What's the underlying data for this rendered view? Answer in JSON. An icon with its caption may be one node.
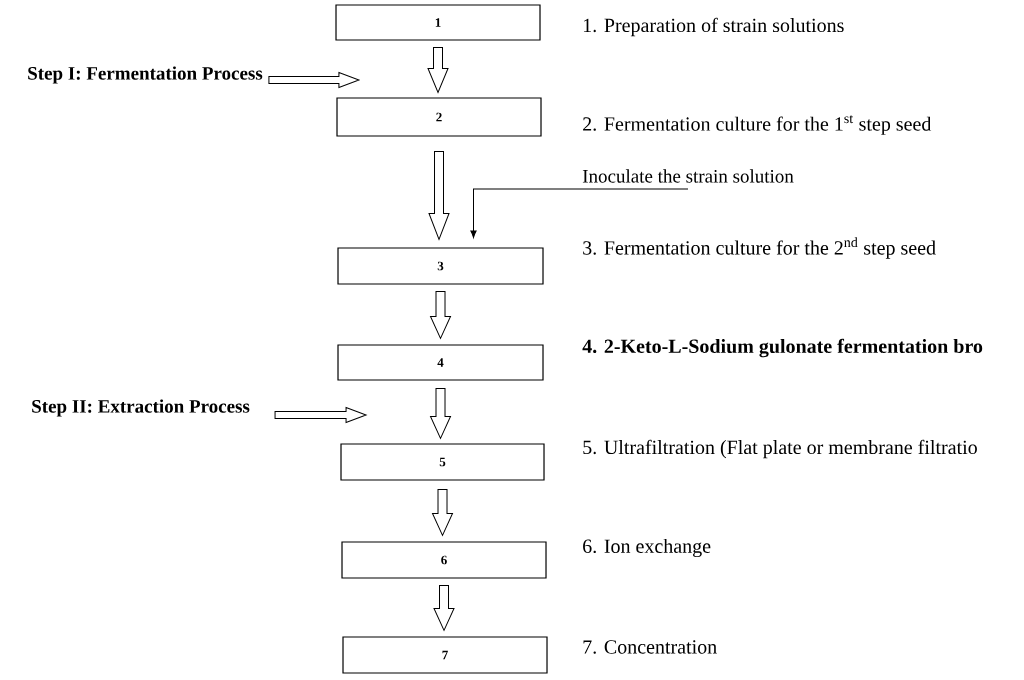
{
  "diagram": {
    "nodes": [
      {
        "text": [
          "1"
        ],
        "beside": [
          "1. Preparation of strain solutions"
        ]
      },
      {
        "text": [
          "Step I: Fermentation Process"
        ]
      },
      {
        "text": [
          "2"
        ],
        "beside": [
          "2. Fermentation culture for the 1$^{st}$ step seed"
        ]
      },
      {
        "text": [
          "Inoculate the strain solution"
        ]
      },
      {
        "text": [
          "3"
        ],
        "beside": [
          "3. Fermentation culture for the 2$^{nd}$ step seed"
        ]
      },
      {
        "text": [
          "4"
        ],
        "beside": [
          "4. 2-Keto-L-Sodium gulonate fermentation bro"
        ]
      },
      {
        "text": [
          "Step II: Extraction Process"
        ]
      },
      {
        "text": [
          "5"
        ],
        "beside": [
          "5. Ultrafiltration (Flat plate or membrane filtratio"
        ]
      },
      {
        "text": [
          "6"
        ],
        "beside": [
          "6. Ion exchange"
        ]
      },
      {
        "text": [
          "7"
        ],
        "beside": [
          "7. Concentration"
        ]
      }
    ],
    "edges": [
      {
        "from": 0,
        "to": 2,
        "arrow": "to"
      },
      {
        "from": 1,
        "to": null,
        "arrow": "to"
      },
      {
        "from": 2,
        "to": 4,
        "arrow": "to"
      },
      {
        "from": 3,
        "to": 4,
        "arrow": "to"
      },
      {
        "from": 4,
        "to": 5,
        "arrow": "to"
      },
      {
        "from": 6,
        "to": null,
        "arrow": "to"
      },
      {
        "from": 5,
        "to": 7,
        "arrow": "to"
      },
      {
        "from": 7,
        "to": 8,
        "arrow": "to"
      },
      {
        "from": 8,
        "to": 9,
        "arrow": "to"
      }
    ]
  }
}
